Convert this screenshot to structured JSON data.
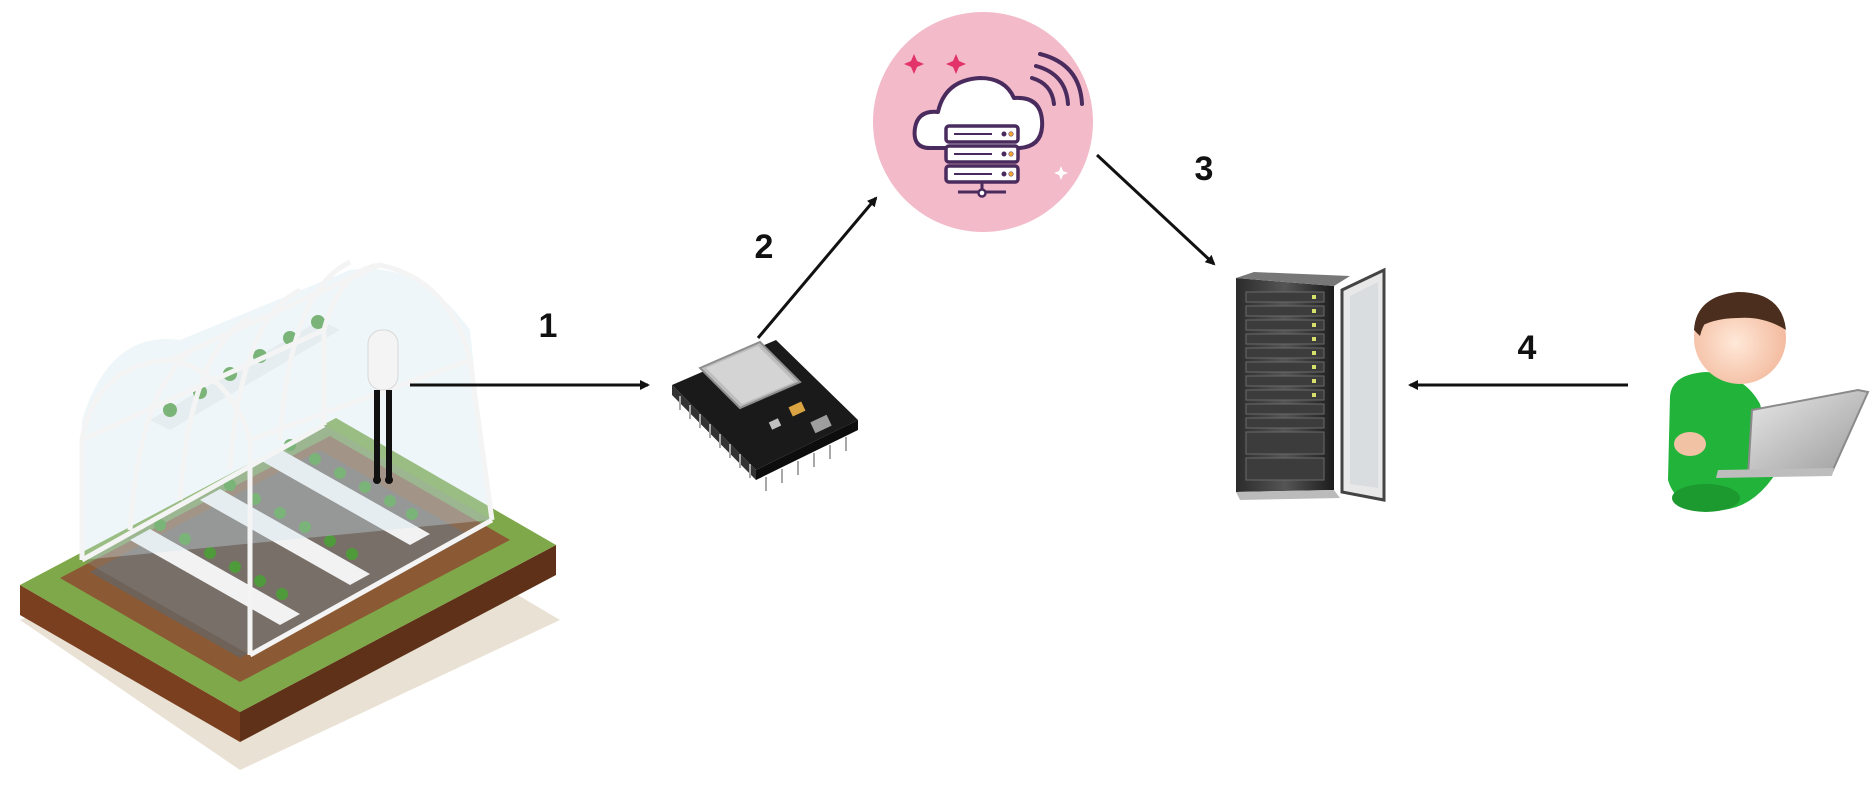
{
  "diagram": {
    "nodes": [
      {
        "id": "greenhouse",
        "icon": "greenhouse-with-sensor-icon"
      },
      {
        "id": "microcontroller",
        "icon": "esp32-board-icon"
      },
      {
        "id": "cloud",
        "icon": "cloud-server-icon"
      },
      {
        "id": "server",
        "icon": "server-rack-icon"
      },
      {
        "id": "user",
        "icon": "user-with-laptop-icon"
      }
    ],
    "edges": [
      {
        "label": "1",
        "from": "greenhouse",
        "to": "microcontroller"
      },
      {
        "label": "2",
        "from": "microcontroller",
        "to": "cloud"
      },
      {
        "label": "3",
        "from": "cloud",
        "to": "server"
      },
      {
        "label": "4",
        "from": "user",
        "to": "server"
      }
    ],
    "colors": {
      "arrow": "#111111",
      "cloud_circle": "#f3bac9",
      "cloud_outline": "#4a2b5e",
      "sparkle": "#e2336b",
      "user_shirt": "#22b33a",
      "ground_grass": "#7fa84a",
      "ground_soil": "#8a4f2a"
    }
  }
}
